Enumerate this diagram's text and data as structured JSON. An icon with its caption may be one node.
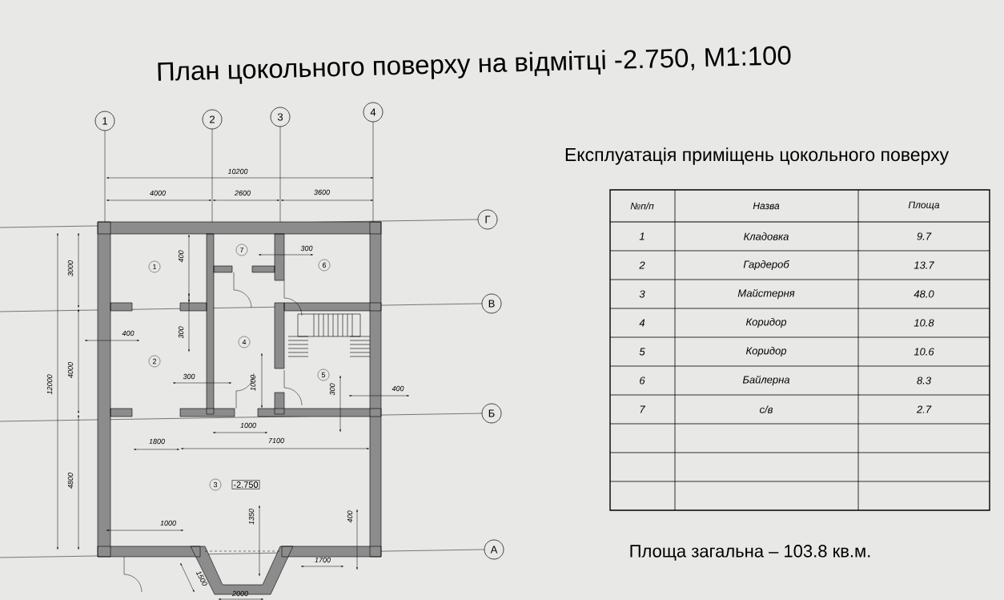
{
  "diagram": {
    "title": "План цокольного поверху на відмітці -2.750, М1:100",
    "labels": [
      "1",
      "2",
      "3",
      "4",
      "Г",
      "В",
      "Б",
      "А",
      "10200",
      "4000",
      "2600",
      "3600",
      "300",
      "400",
      "3000",
      "400",
      "300",
      "4000",
      "12000",
      "300",
      "1000",
      "300",
      "400",
      "1000",
      "1800",
      "7100",
      "4800",
      "1000",
      "1350",
      "400",
      "1700",
      "1500",
      "2000",
      "1",
      "7",
      "6",
      "2",
      "4",
      "5",
      "3",
      "-2.750",
      "Експлуатація приміщень цокольного поверху",
      "№п/п",
      "Назва",
      "Площа",
      "1",
      "Кладовка",
      "9.7",
      "2",
      "Гардероб",
      "13.7",
      "3",
      "Майстерня",
      "48.0",
      "4",
      "Коридор",
      "10.8",
      "5",
      "Коридор",
      "10.6",
      "6",
      "Байлерна",
      "8.3",
      "7",
      "с/в",
      "2.7",
      "Площа загальна – 103.8 кв.м."
    ]
  }
}
